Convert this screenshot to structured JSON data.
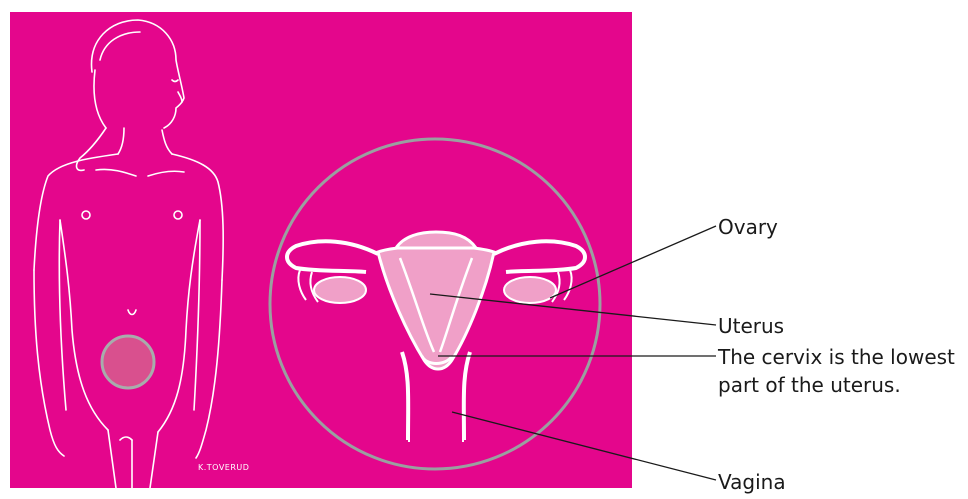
{
  "colors": {
    "background": "#e4068c",
    "outline": "#ffffff",
    "organ_fill": "#f0a0c8",
    "circle_stroke": "#9aa0a0",
    "callout_line": "#1a1a1a",
    "label_text": "#1a1a1a"
  },
  "labels": {
    "ovary": "Ovary",
    "uterus": "Uterus",
    "cervix_line1": "The cervix is the lowest",
    "cervix_line2": "part of the uterus.",
    "vagina": "Vagina"
  },
  "signature": "K.TOVERUD"
}
